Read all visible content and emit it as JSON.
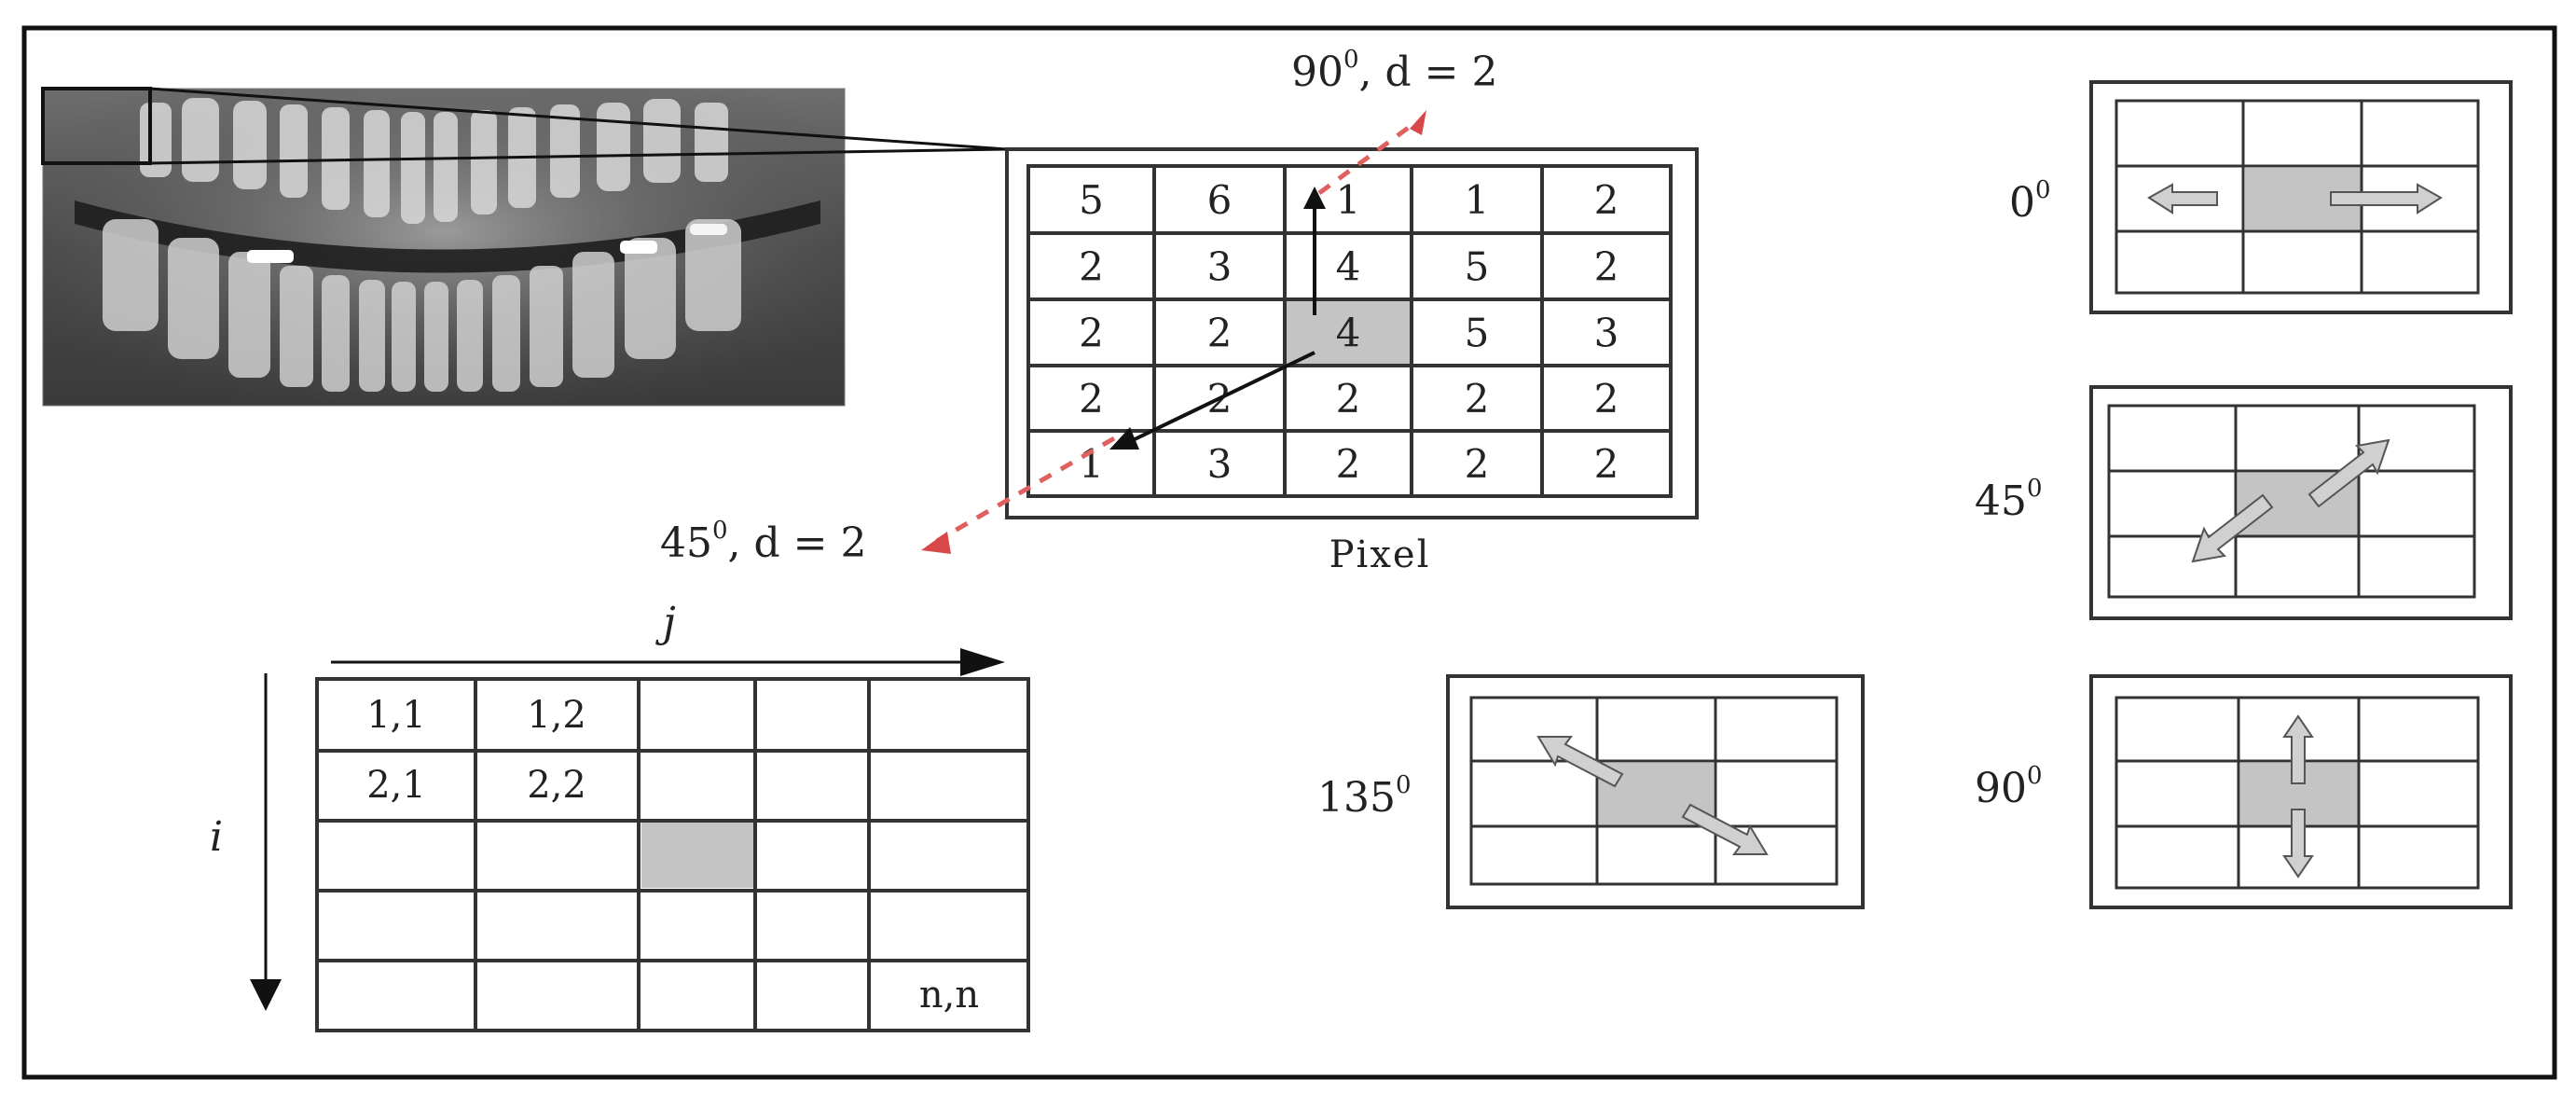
{
  "pixel_grid": {
    "caption": "Pixel",
    "values": [
      [
        "5",
        "6",
        "1",
        "1",
        "2"
      ],
      [
        "2",
        "3",
        "4",
        "5",
        "2"
      ],
      [
        "2",
        "2",
        "4",
        "5",
        "3"
      ],
      [
        "2",
        "2",
        "2",
        "2",
        "2"
      ],
      [
        "1",
        "3",
        "2",
        "2",
        "2"
      ]
    ]
  },
  "direction_labels": {
    "d90": {
      "angle": "90",
      "sup": "0",
      "rest": ", d = 2"
    },
    "d45": {
      "angle": "45",
      "sup": "0",
      "rest": ", d = 2"
    }
  },
  "index_grid": {
    "j_label": "j",
    "i_label": "i",
    "cells": {
      "r0c0": "1,1",
      "r0c1": "1,2",
      "r1c0": "2,1",
      "r1c1": "2,2",
      "r4c4": "n,n"
    }
  },
  "orientation_panels": {
    "deg0": {
      "angle": "0",
      "sup": "0"
    },
    "deg45": {
      "angle": "45",
      "sup": "0"
    },
    "deg90": {
      "angle": "90",
      "sup": "0"
    },
    "deg135": {
      "angle": "135",
      "sup": "0"
    }
  },
  "colors": {
    "highlight": "#c4c4c4",
    "arrow_fill": "#d0d0d0",
    "red_dashed": "#e06060",
    "red_arrowhead": "#d94848",
    "grid_line": "#333333"
  }
}
